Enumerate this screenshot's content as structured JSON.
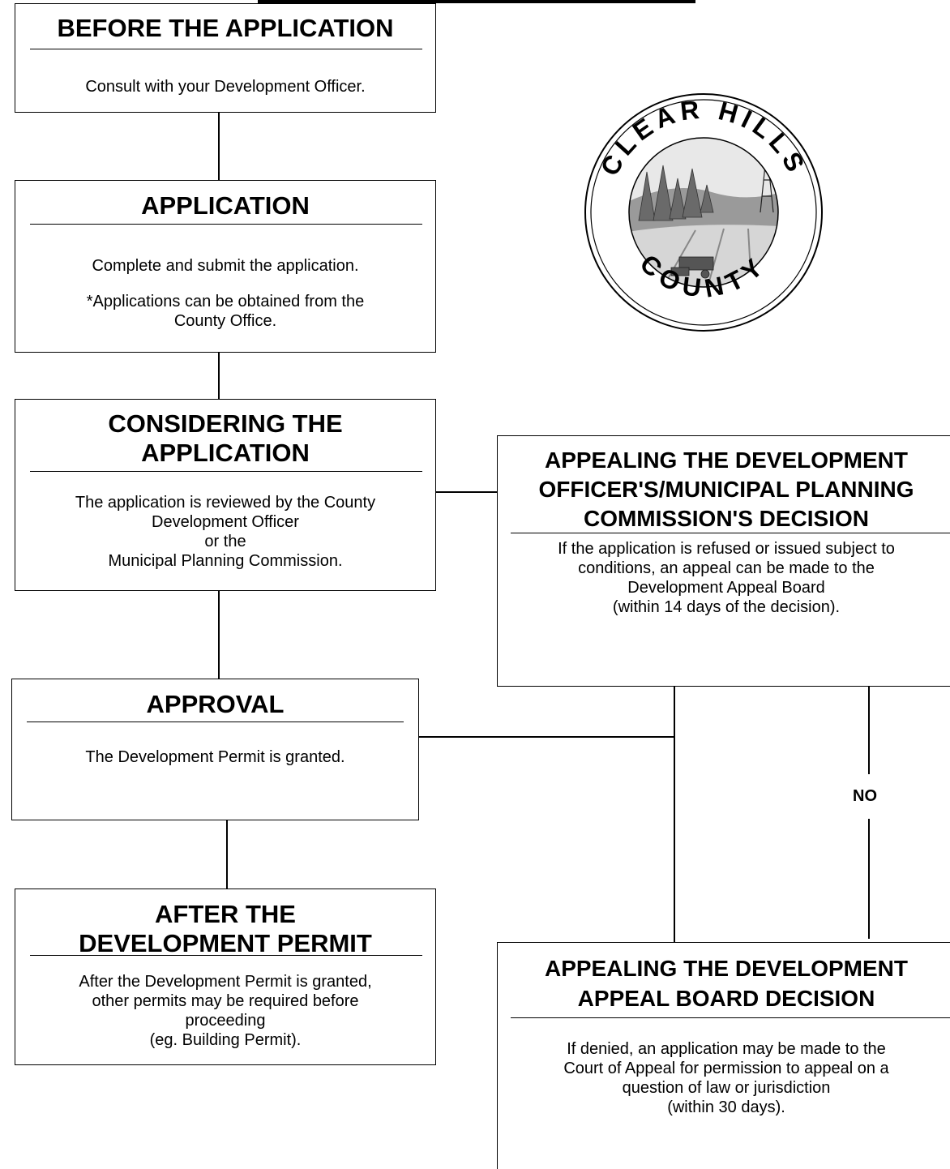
{
  "boxes": {
    "before_application": {
      "title": [
        "BEFORE THE APPLICATION"
      ],
      "body": [
        "Consult with your Development Officer."
      ]
    },
    "application": {
      "title": [
        "APPLICATION"
      ],
      "body": [
        "Complete and submit the application.",
        "",
        "*Applications can be obtained from the",
        "County Office."
      ]
    },
    "considering": {
      "title": [
        "CONSIDERING THE",
        "APPLICATION"
      ],
      "body": [
        "The application is reviewed by the County",
        "Development Officer",
        "or the",
        "Municipal Planning Commission."
      ]
    },
    "appeal_officer": {
      "title": [
        "APPEALING THE DEVELOPMENT",
        "OFFICER'S/MUNICIPAL PLANNING",
        "COMMISSION'S DECISION"
      ],
      "body": [
        "If the application is refused or issued subject to",
        "conditions, an appeal can be made to the",
        "Development Appeal Board",
        "(within 14 days of the decision)."
      ]
    },
    "approval": {
      "title": [
        "APPROVAL"
      ],
      "body": [
        "The Development Permit is granted."
      ]
    },
    "after_permit": {
      "title": [
        "AFTER THE",
        "DEVELOPMENT PERMIT"
      ],
      "body": [
        "After the Development Permit is granted,",
        "other permits may be required before",
        "proceeding",
        "(eg. Building Permit)."
      ]
    },
    "appeal_board": {
      "title": [
        "APPEALING THE DEVELOPMENT",
        "APPEAL BOARD DECISION"
      ],
      "body": [
        "If denied, an application may be made to the",
        "Court of Appeal for permission to appeal on a",
        "question of law or jurisdiction",
        "(within 30 days)."
      ]
    }
  },
  "connector_label": "NO",
  "logo": {
    "name": "Clear Hills County seal",
    "text": "CLEAR HILLS COUNTY"
  }
}
